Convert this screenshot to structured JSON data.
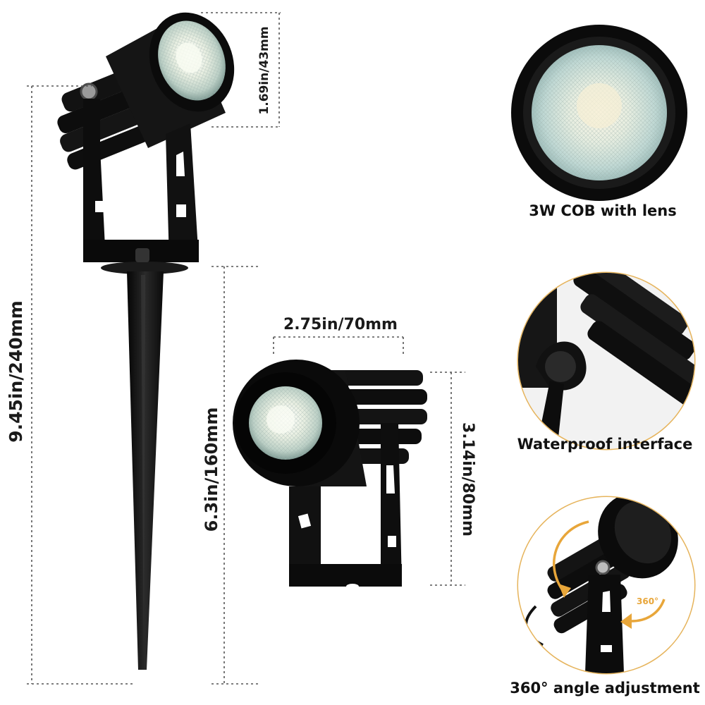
{
  "dimensions": {
    "total_height": "9.45in/240mm",
    "head_diameter": "1.69in/43mm",
    "stake_length": "6.3in/160mm",
    "bracket_width": "2.75in/70mm",
    "bracket_height": "3.14in/80mm"
  },
  "features": [
    {
      "caption": "3W COB with lens"
    },
    {
      "caption": "Waterproof interface"
    },
    {
      "caption": "360° angle adjustment",
      "badge": "360°"
    }
  ],
  "colors": {
    "metal": "#111111",
    "lens_glow": "#eef3e6",
    "arrow_accent": "#e8a63a",
    "guide_line": "#555555"
  }
}
